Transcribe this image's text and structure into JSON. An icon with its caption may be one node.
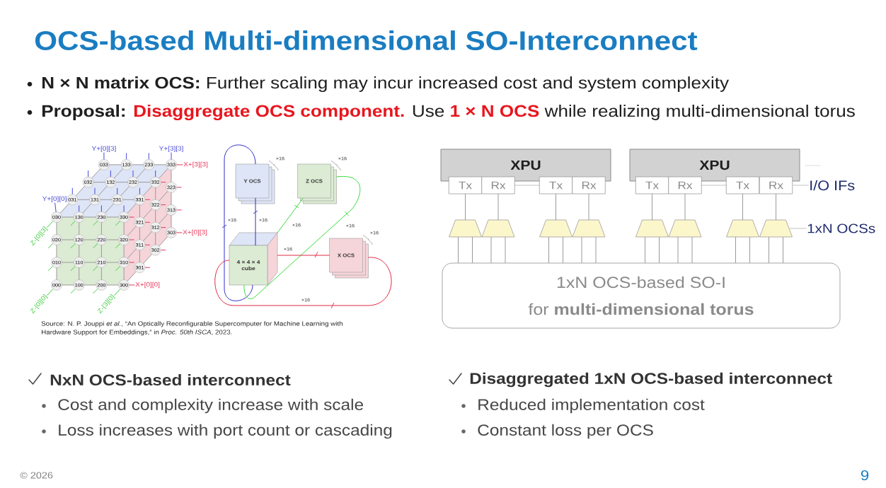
{
  "diagram": {
    "title": "OCS-based Multi-dimensional SO-Interconnect",
    "nodes": [
      {
        "text": [
          "033"
        ]
      },
      {
        "text": [
          "133"
        ]
      },
      {
        "text": [
          "233"
        ]
      },
      {
        "text": [
          "333"
        ]
      },
      {
        "text": [
          "032"
        ]
      },
      {
        "text": [
          "132"
        ]
      },
      {
        "text": [
          "232"
        ]
      },
      {
        "text": [
          "332"
        ]
      },
      {
        "text": [
          "031"
        ]
      },
      {
        "text": [
          "131"
        ]
      },
      {
        "text": [
          "231"
        ]
      },
      {
        "text": [
          "331"
        ]
      },
      {
        "text": [
          "030"
        ]
      },
      {
        "text": [
          "130"
        ]
      },
      {
        "text": [
          "230"
        ]
      },
      {
        "text": [
          "330"
        ]
      },
      {
        "text": [
          "321"
        ]
      },
      {
        "text": [
          "322"
        ]
      },
      {
        "text": [
          "323"
        ]
      },
      {
        "text": [
          "020"
        ]
      },
      {
        "text": [
          "120"
        ]
      },
      {
        "text": [
          "220"
        ]
      },
      {
        "text": [
          "320"
        ]
      },
      {
        "text": [
          "311"
        ]
      },
      {
        "text": [
          "312"
        ]
      },
      {
        "text": [
          "313"
        ]
      },
      {
        "text": [
          "010"
        ]
      },
      {
        "text": [
          "110"
        ]
      },
      {
        "text": [
          "210"
        ]
      },
      {
        "text": [
          "310"
        ]
      },
      {
        "text": [
          "301"
        ]
      },
      {
        "text": [
          "302"
        ]
      },
      {
        "text": [
          "303"
        ]
      },
      {
        "text": [
          "000"
        ]
      },
      {
        "text": [
          "100"
        ]
      },
      {
        "text": [
          "200"
        ]
      },
      {
        "text": [
          "300"
        ]
      },
      {
        "text": [
          "Y+[0][3]"
        ]
      },
      {
        "text": [
          "Y+[3][3]"
        ]
      },
      {
        "text": [
          "X+[3][3]"
        ]
      },
      {
        "text": [
          "Y+[0][0]"
        ]
      },
      {
        "text": [
          "Z-[0][3]"
        ]
      },
      {
        "text": [
          "X+[0][3]"
        ]
      },
      {
        "text": [
          "X+[0][0]"
        ]
      },
      {
        "text": [
          "Z-[0][0]"
        ]
      },
      {
        "text": [
          "Z-[3][0]"
        ]
      },
      {
        "text": [
          "Y OCS"
        ],
        "beside": [
          "×16"
        ]
      },
      {
        "text": [
          "Z OCS"
        ],
        "beside": [
          "×16"
        ]
      },
      {
        "text": [
          "X OCS"
        ],
        "beside": [
          "×16"
        ]
      },
      {
        "text": [
          "4 × 4 × 4 cube"
        ]
      },
      {
        "text": [
          "XPU"
        ]
      },
      {
        "text": [
          "XPU"
        ]
      },
      {
        "text": [
          "Tx"
        ]
      },
      {
        "text": [
          "Rx"
        ]
      },
      {
        "text": [
          "Tx"
        ]
      },
      {
        "text": [
          "Rx"
        ]
      },
      {
        "text": [
          "Tx"
        ]
      },
      {
        "text": [
          "Rx"
        ]
      },
      {
        "text": [
          "Tx"
        ]
      },
      {
        "text": [
          "Rx"
        ]
      },
      {
        "text": [
          "I/O IFs"
        ]
      },
      {
        "text": [],
        "shape": "trapezoid"
      },
      {
        "text": [],
        "shape": "trapezoid"
      },
      {
        "text": [],
        "shape": "trapezoid"
      },
      {
        "text": [],
        "shape": "trapezoid"
      },
      {
        "text": [],
        "shape": "trapezoid"
      },
      {
        "text": [],
        "shape": "trapezoid"
      },
      {
        "text": [],
        "shape": "trapezoid"
      },
      {
        "text": [],
        "shape": "trapezoid"
      },
      {
        "text": [
          "1xN OCSs"
        ]
      },
      {
        "text": [
          "1xN OCS-based SO-I",
          "for **multi-dimensional torus**"
        ]
      }
    ],
    "edges": [
      {
        "from": 0,
        "to": 1,
        "arrow": "none"
      },
      {
        "from": 1,
        "to": 2,
        "arrow": "none"
      },
      {
        "from": 2,
        "to": 3,
        "arrow": "none"
      },
      {
        "from": 4,
        "to": 5,
        "arrow": "none"
      },
      {
        "from": 5,
        "to": 6,
        "arrow": "none"
      },
      {
        "from": 6,
        "to": 7,
        "arrow": "none"
      },
      {
        "from": 8,
        "to": 9,
        "arrow": "none"
      },
      {
        "from": 9,
        "to": 10,
        "arrow": "none"
      },
      {
        "from": 10,
        "to": 11,
        "arrow": "none"
      },
      {
        "from": 12,
        "to": 13,
        "arrow": "none"
      },
      {
        "from": 13,
        "to": 14,
        "arrow": "none"
      },
      {
        "from": 14,
        "to": 15,
        "arrow": "none"
      },
      {
        "from": 12,
        "to": 8,
        "arrow": "none"
      },
      {
        "from": 8,
        "to": 4,
        "arrow": "none"
      },
      {
        "from": 4,
        "to": 0,
        "arrow": "none"
      },
      {
        "from": 13,
        "to": 9,
        "arrow": "none"
      },
      {
        "from": 9,
        "to": 5,
        "arrow": "none"
      },
      {
        "from": 5,
        "to": 1,
        "arrow": "none"
      },
      {
        "from": 14,
        "to": 10,
        "arrow": "none"
      },
      {
        "from": 10,
        "to": 6,
        "arrow": "none"
      },
      {
        "from": 6,
        "to": 2,
        "arrow": "none"
      },
      {
        "from": 15,
        "to": 11,
        "arrow": "none"
      },
      {
        "from": 11,
        "to": 7,
        "arrow": "none"
      },
      {
        "from": 7,
        "to": 3,
        "arrow": "none"
      },
      {
        "from": 19,
        "to": 20,
        "arrow": "none"
      },
      {
        "from": 20,
        "to": 21,
        "arrow": "none"
      },
      {
        "from": 21,
        "to": 22,
        "arrow": "none"
      },
      {
        "from": 26,
        "to": 27,
        "arrow": "none"
      },
      {
        "from": 27,
        "to": 28,
        "arrow": "none"
      },
      {
        "from": 28,
        "to": 29,
        "arrow": "none"
      },
      {
        "from": 33,
        "to": 34,
        "arrow": "none"
      },
      {
        "from": 34,
        "to": 35,
        "arrow": "none"
      },
      {
        "from": 35,
        "to": 36,
        "arrow": "none"
      },
      {
        "from": 12,
        "to": 19,
        "arrow": "none"
      },
      {
        "from": 19,
        "to": 26,
        "arrow": "none"
      },
      {
        "from": 26,
        "to": 33,
        "arrow": "none"
      },
      {
        "from": 13,
        "to": 20,
        "arrow": "none"
      },
      {
        "from": 20,
        "to": 27,
        "arrow": "none"
      },
      {
        "from": 27,
        "to": 34,
        "arrow": "none"
      },
      {
        "from": 14,
        "to": 21,
        "arrow": "none"
      },
      {
        "from": 21,
        "to": 28,
        "arrow": "none"
      },
      {
        "from": 28,
        "to": 35,
        "arrow": "none"
      },
      {
        "from": 15,
        "to": 22,
        "arrow": "none"
      },
      {
        "from": 22,
        "to": 29,
        "arrow": "none"
      },
      {
        "from": 29,
        "to": 36,
        "arrow": "none"
      },
      {
        "from": 22,
        "to": 16,
        "arrow": "none"
      },
      {
        "from": 16,
        "to": 17,
        "arrow": "none"
      },
      {
        "from": 17,
        "to": 18,
        "arrow": "none"
      },
      {
        "from": 29,
        "to": 23,
        "arrow": "none"
      },
      {
        "from": 23,
        "to": 24,
        "arrow": "none"
      },
      {
        "from": 24,
        "to": 25,
        "arrow": "none"
      },
      {
        "from": 36,
        "to": 30,
        "arrow": "none"
      },
      {
        "from": 30,
        "to": 31,
        "arrow": "none"
      },
      {
        "from": 31,
        "to": 32,
        "arrow": "none"
      },
      {
        "from": 11,
        "to": 16,
        "arrow": "none"
      },
      {
        "from": 16,
        "to": 23,
        "arrow": "none"
      },
      {
        "from": 23,
        "to": 30,
        "arrow": "none"
      },
      {
        "from": 7,
        "to": 17,
        "arrow": "none"
      },
      {
        "from": 17,
        "to": 24,
        "arrow": "none"
      },
      {
        "from": 24,
        "to": 31,
        "arrow": "none"
      },
      {
        "from": 3,
        "to": 18,
        "arrow": "none"
      },
      {
        "from": 18,
        "to": 25,
        "arrow": "none"
      },
      {
        "from": 25,
        "to": 32,
        "arrow": "none"
      },
      {
        "from": 0,
        "to": 37,
        "arrow": "none",
        "color": "#4848d8"
      },
      {
        "from": 3,
        "to": 38,
        "arrow": "none",
        "color": "#4848d8"
      },
      {
        "from": 12,
        "to": 40,
        "arrow": "none",
        "color": "#4848d8"
      },
      {
        "from": 3,
        "to": 39,
        "arrow": "none",
        "color": "#e8365a"
      },
      {
        "from": 32,
        "to": 42,
        "arrow": "none",
        "color": "#e8365a"
      },
      {
        "from": 36,
        "to": 43,
        "arrow": "none",
        "color": "#e8365a"
      },
      {
        "from": 12,
        "to": 41,
        "arrow": "none",
        "color": "#44cc44"
      },
      {
        "from": 33,
        "to": 44,
        "arrow": "none",
        "color": "#44cc44"
      },
      {
        "from": 36,
        "to": 45,
        "arrow": "none",
        "color": "#44cc44"
      },
      {
        "from": 49,
        "to": 46,
        "arrow": "none",
        "label": "×16",
        "color": "#2f2fc8"
      },
      {
        "from": 49,
        "to": 46,
        "arrow": "none",
        "label": "×16",
        "color": "#2f2fc8"
      },
      {
        "from": 49,
        "to": 47,
        "arrow": "none",
        "label": "×16",
        "color": "#3cd83c"
      },
      {
        "from": 47,
        "to": 49,
        "arrow": "none",
        "label": "×16",
        "color": "#3cd83c"
      },
      {
        "from": 49,
        "to": 48,
        "arrow": "none",
        "label": "×16",
        "color": "#e02a46"
      },
      {
        "from": 48,
        "to": 49,
        "arrow": "none",
        "label": "×16",
        "color": "#e02a46"
      },
      {
        "from": 52,
        "to": 61,
        "arrow": "none"
      },
      {
        "from": 53,
        "to": 62,
        "arrow": "none"
      },
      {
        "from": 54,
        "to": 63,
        "arrow": "none"
      },
      {
        "from": 55,
        "to": 64,
        "arrow": "none"
      },
      {
        "from": 56,
        "to": 65,
        "arrow": "none"
      },
      {
        "from": 57,
        "to": 66,
        "arrow": "none"
      },
      {
        "from": 58,
        "to": 67,
        "arrow": "none"
      },
      {
        "from": 59,
        "to": 68,
        "arrow": "none"
      },
      {
        "from": 61,
        "to": 70,
        "arrow": "none"
      },
      {
        "from": 61,
        "to": 70,
        "arrow": "none"
      },
      {
        "from": 62,
        "to": 70,
        "arrow": "none"
      },
      {
        "from": 62,
        "to": 70,
        "arrow": "none"
      },
      {
        "from": 63,
        "to": 70,
        "arrow": "none"
      },
      {
        "from": 63,
        "to": 70,
        "arrow": "none"
      },
      {
        "from": 64,
        "to": 70,
        "arrow": "none"
      },
      {
        "from": 64,
        "to": 70,
        "arrow": "none"
      },
      {
        "from": 65,
        "to": 70,
        "arrow": "none"
      },
      {
        "from": 65,
        "to": 70,
        "arrow": "none"
      },
      {
        "from": 66,
        "to": 70,
        "arrow": "none"
      },
      {
        "from": 66,
        "to": 70,
        "arrow": "none"
      },
      {
        "from": 67,
        "to": 70,
        "arrow": "none"
      },
      {
        "from": 67,
        "to": 70,
        "arrow": "none"
      },
      {
        "from": 68,
        "to": 70,
        "arrow": "none"
      },
      {
        "from": 68,
        "to": 70,
        "arrow": "none"
      },
      {
        "from": 53,
        "to": 54,
        "arrow": "none",
        "style": "dashed"
      },
      {
        "from": 57,
        "to": 58,
        "arrow": "none",
        "style": "dashed"
      },
      {
        "from": 60,
        "to": 59,
        "arrow": "none",
        "style": "dashed"
      },
      {
        "from": 69,
        "to": 68,
        "arrow": "none",
        "style": "dashed"
      }
    ],
    "labels": [
      "**N × N matrix OCS:** Further scaling may incur increased cost and system complexity",
      "**Proposal:** **Disaggregate OCS component.** Use **1 × N OCS** while realizing multi-dimensional torus",
      "Source: N. P. Jouppi *et al.*, “An Optically Reconfigurable Supercomputer for Machine Learning with Hardware Support for Embeddings,” in *Proc. 50th ISCA*, 2023.",
      "NxN OCS-based interconnect",
      "Cost and complexity increase with scale",
      "Loss increases with port count or cascading",
      "Disaggregated 1xN OCS-based interconnect",
      "Reduced implementation cost",
      "Constant loss per OCS",
      "© 2026",
      "9"
    ]
  }
}
